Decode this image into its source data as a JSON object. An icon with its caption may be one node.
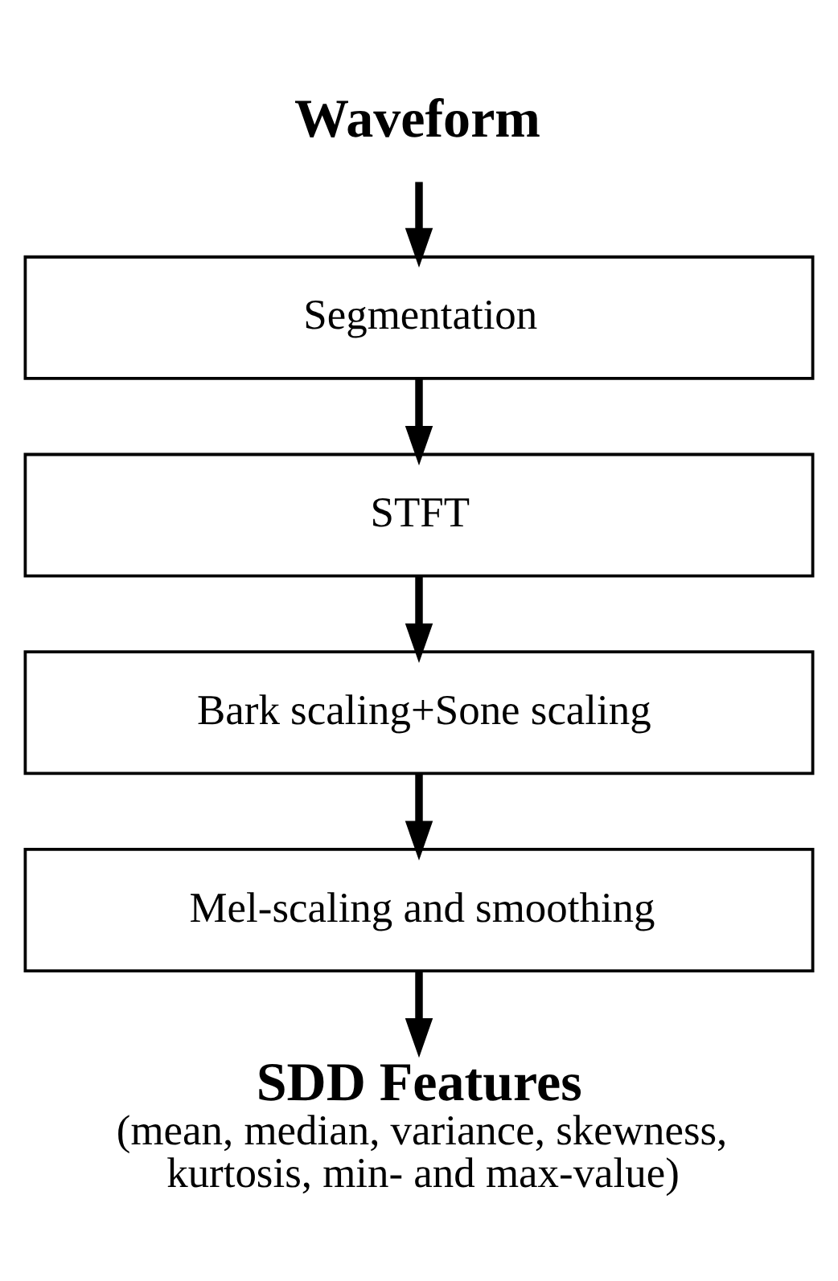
{
  "diagram": {
    "nodes": [
      {
        "text": [
          "Waveform"
        ]
      },
      {
        "text": [
          "Segmentation"
        ]
      },
      {
        "text": [
          "STFT"
        ]
      },
      {
        "text": [
          "Bark scaling+Sone scaling"
        ]
      },
      {
        "text": [
          "Mel-scaling and smoothing"
        ]
      },
      {
        "text": [
          "SDD Features",
          "(mean, median, variance, skewness, kurtosis, min- and max-value)"
        ]
      }
    ],
    "edges": [
      {
        "from": 0,
        "to": 1,
        "arrow": "to"
      },
      {
        "from": 1,
        "to": 2,
        "arrow": "to"
      },
      {
        "from": 2,
        "to": 3,
        "arrow": "to"
      },
      {
        "from": 3,
        "to": 4,
        "arrow": "to"
      },
      {
        "from": 4,
        "to": 5,
        "arrow": "to"
      }
    ]
  }
}
